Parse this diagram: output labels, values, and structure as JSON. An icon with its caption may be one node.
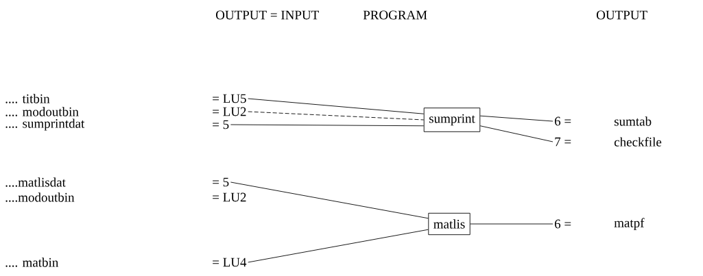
{
  "diagram": {
    "nodes": [
      {
        "text": [
          "= LU5"
        ]
      },
      {
        "text": [
          "= LU2"
        ]
      },
      {
        "text": [
          "= 5"
        ]
      },
      {
        "text": [
          "sumprint"
        ]
      },
      {
        "text": [
          "6 ="
        ]
      },
      {
        "text": [
          "7 ="
        ]
      },
      {
        "text": [
          "= 5"
        ]
      },
      {
        "text": [
          "matlis"
        ]
      },
      {
        "text": [
          "6 ="
        ]
      },
      {
        "text": [
          "= LU4"
        ]
      }
    ],
    "edges": [
      {
        "from": 0,
        "to": 3,
        "arrow": "none"
      },
      {
        "from": 1,
        "to": 3,
        "arrow": "none",
        "style": "dashed"
      },
      {
        "from": 2,
        "to": 3,
        "arrow": "none"
      },
      {
        "from": 3,
        "to": 4,
        "arrow": "none"
      },
      {
        "from": 3,
        "to": 5,
        "arrow": "none"
      },
      {
        "from": 6,
        "to": 7,
        "arrow": "none"
      },
      {
        "from": 9,
        "to": 7,
        "arrow": "none"
      },
      {
        "from": 7,
        "to": 8,
        "arrow": "none"
      }
    ],
    "labels": [
      "OUTPUT = INPUT",
      "PROGRAM",
      "OUTPUT",
      ".... titbin",
      ".... modoutbin",
      ".... sumprintdat",
      "sumtab",
      "checkfile",
      "....matlisdat",
      "....modoutbin",
      "= LU2",
      "matpf",
      ".... matbin"
    ]
  }
}
